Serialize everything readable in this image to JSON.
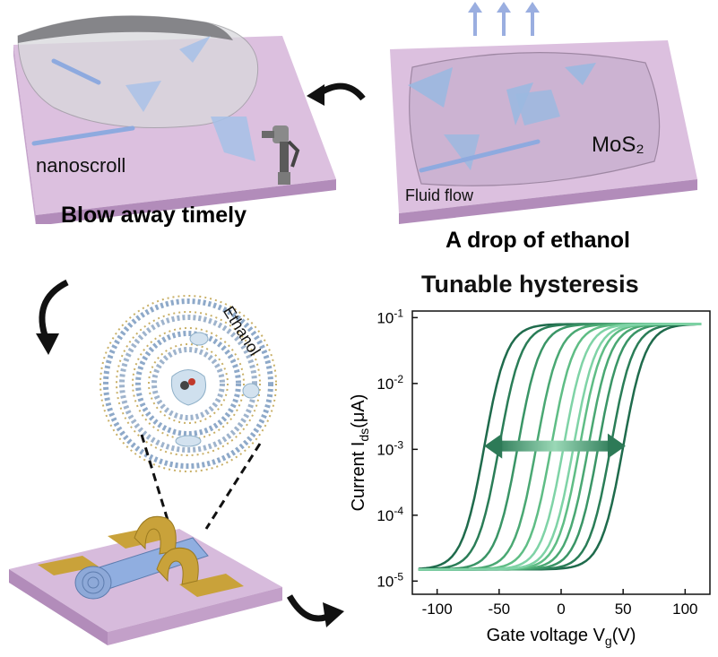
{
  "panels": {
    "top_left": {
      "caption": "Blow away timely",
      "label": "nanoscroll"
    },
    "top_right": {
      "caption": "A drop of ethanol",
      "label_fluid": "Fluid flow",
      "label_mos2": "MoS₂"
    },
    "middle": {
      "label_ethanol": "Ethanol"
    }
  },
  "colors": {
    "substrate": "#d9b9dc",
    "substrate_edge": "#b58fbb",
    "flake": "#9bb8e0",
    "gold": "#c9a23a",
    "scroll": "#8ea9d8",
    "curve_dark": "#1f6b4c",
    "curve_light": "#7fd3a6"
  },
  "chart_data": {
    "type": "line",
    "title": "Tunable hysteresis",
    "xlabel": "Gate voltage V_g(V)",
    "ylabel": "Current I_ds(μA)",
    "xlim": [
      -120,
      120
    ],
    "ylim_log10": [
      -5.2,
      -0.9
    ],
    "yscale": "log",
    "x_ticks": [
      "-100",
      "-50",
      "0",
      "50",
      "100"
    ],
    "y_ticks": [
      "10-1",
      "10-2",
      "10-3",
      "10-4",
      "10-5"
    ],
    "loops": [
      {
        "forward_half_x": 50,
        "backward_half_x": -62
      },
      {
        "forward_half_x": 40,
        "backward_half_x": -50
      },
      {
        "forward_half_x": 30,
        "backward_half_x": -35
      },
      {
        "forward_half_x": 22,
        "backward_half_x": -20
      },
      {
        "forward_half_x": 15,
        "backward_half_x": -8
      },
      {
        "forward_half_x": 10,
        "backward_half_x": 2
      }
    ],
    "off_current": 1.5e-05,
    "on_current": 0.08,
    "annotation": "hysteresis-width-arrow"
  }
}
